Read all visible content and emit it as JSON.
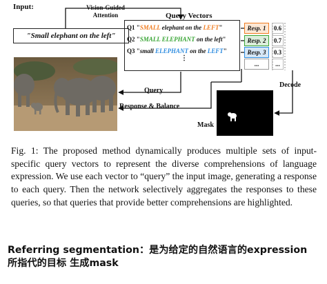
{
  "figure": {
    "input_label": "Input:",
    "input_text": "\"Small elephant on the left\"",
    "vision_guided_label": "Vision-Guided",
    "attention_label": "Attention",
    "query_vectors_title": "Query Vectors",
    "queries": [
      {
        "prefix": "Q1 \"",
        "w1": "SMALL",
        "mid1": " elephant on the ",
        "w2": "LEFT",
        "mid2": "",
        "end": "\"",
        "c1": "#f07d22",
        "c2": "#f07d22"
      },
      {
        "prefix": "Q2 \"",
        "w1": "SMALL ELEPHANT",
        "mid1": " on the ",
        "w2": "left",
        "mid2": "",
        "end": "\"",
        "c1": "#39a535",
        "c2": "#111111"
      },
      {
        "prefix": "Q3 \"",
        "w1": "small ",
        "mid1": "",
        "w2": "ELEPHANT",
        "mid2": " on the ",
        "w3": "LEFT",
        "end": "\"",
        "c1": "#111111",
        "c2": "#2d8ce0",
        "c3": "#2d8ce0"
      }
    ],
    "query_dots": "⋮",
    "responses": [
      {
        "label": "Resp. 1",
        "score": "0.6",
        "color": "#f07d22",
        "fill": "#fce7d4"
      },
      {
        "label": "Resp. 2",
        "score": "0.7",
        "color": "#39a535",
        "fill": "#dceedb"
      },
      {
        "label": "Resp. 3",
        "score": "0.3",
        "color": "#2d8ce0",
        "fill": "#d6e7f6"
      }
    ],
    "resp_dots": "...",
    "score_dots": "...",
    "query_label": "Query",
    "response_balance_label": "Response & Balance",
    "decode_label": "Decode",
    "mask_label": "Mask"
  },
  "caption": "Fig. 1: The proposed method dynamically produces multiple sets of input-specific query vectors to represent the diverse comprehensions of language expression. We use each vector to “query” the input image, generating a response to each query. Then the network selectively aggregates the responses to these queries, so that queries that provide better comprehensions are highlighted.",
  "note": {
    "line1": "Referring segmentation：是为给定的自然语言的expression",
    "line2": "所指代的目标 生成mask"
  }
}
